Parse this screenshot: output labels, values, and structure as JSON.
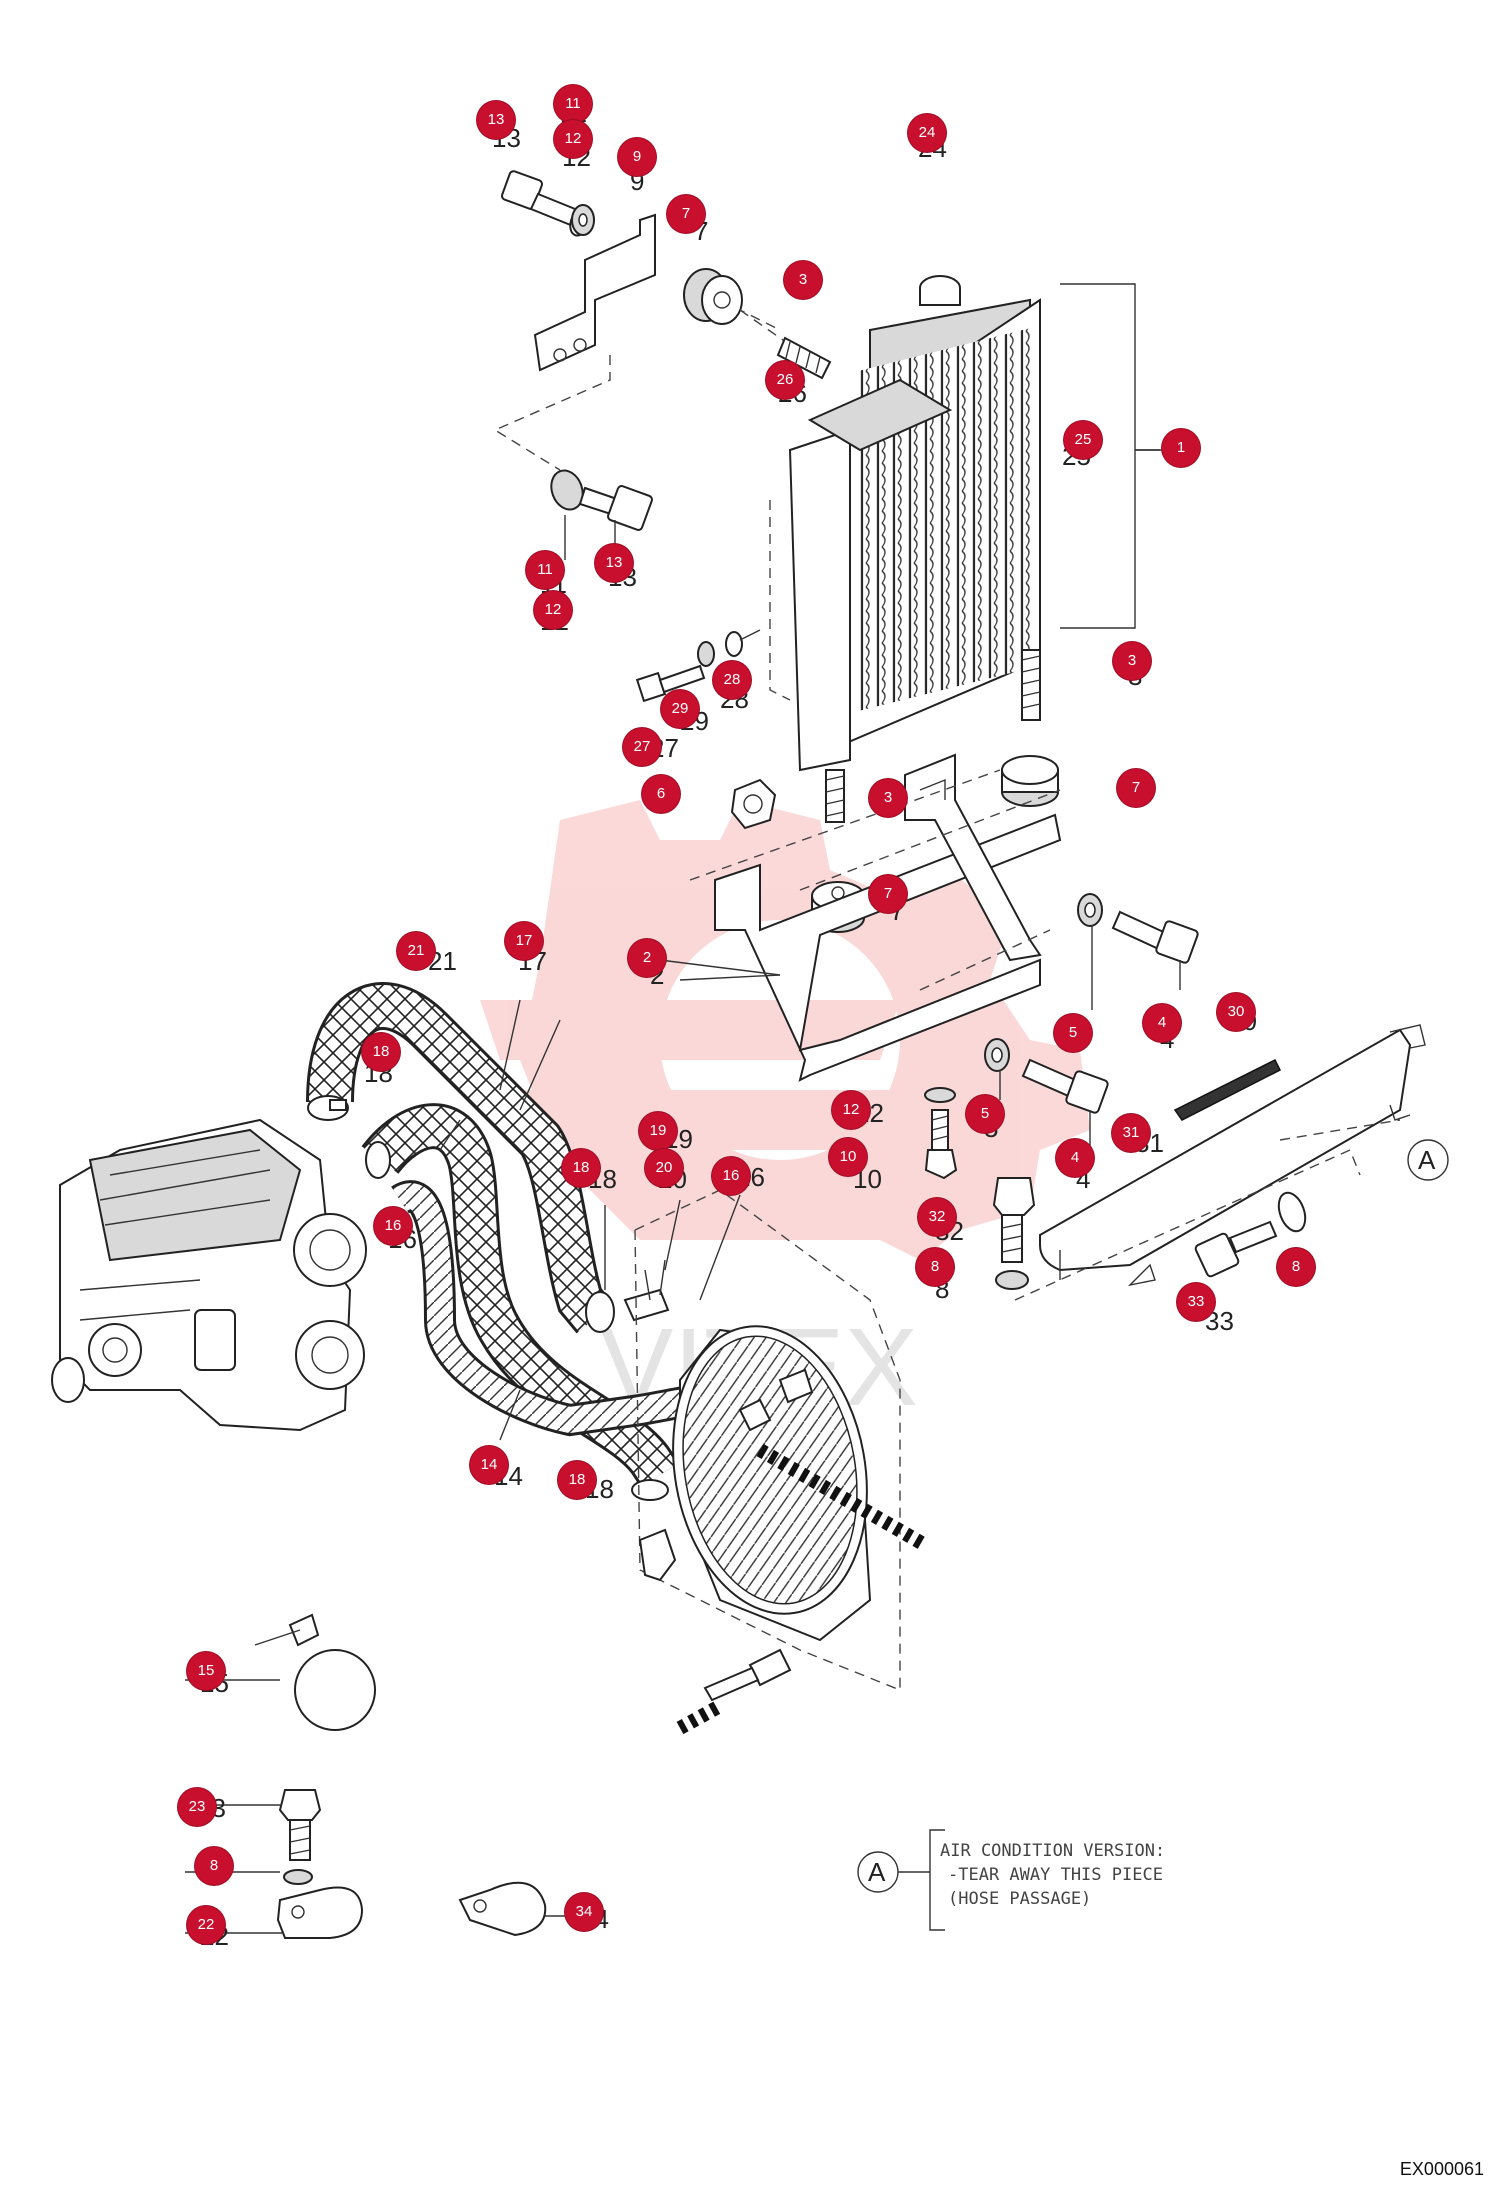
{
  "diagram_code": "EX000061",
  "watermark": "VITEX",
  "note": {
    "marker": "A",
    "lines": [
      "AIR CONDITION VERSION:",
      "-TEAR AWAY THIS PIECE",
      "(HOSE PASSAGE)"
    ]
  },
  "ref_marker": "A",
  "numbers": [
    {
      "id": "n13a",
      "text": "13"
    },
    {
      "id": "n11a",
      "text": "11"
    },
    {
      "id": "n12a",
      "text": "12"
    },
    {
      "id": "n9",
      "text": "9"
    },
    {
      "id": "n7a",
      "text": "7"
    },
    {
      "id": "n24",
      "text": "24"
    },
    {
      "id": "n3a",
      "text": "3"
    },
    {
      "id": "n26",
      "text": "26"
    },
    {
      "id": "n25",
      "text": "25"
    },
    {
      "id": "n11b",
      "text": "11"
    },
    {
      "id": "n13b",
      "text": "13"
    },
    {
      "id": "n12b",
      "text": "12"
    },
    {
      "id": "n28",
      "text": "28"
    },
    {
      "id": "n29",
      "text": "29"
    },
    {
      "id": "n27",
      "text": "27"
    },
    {
      "id": "n3b",
      "text": "3"
    },
    {
      "id": "n3c",
      "text": "3"
    },
    {
      "id": "n7b",
      "text": "7"
    },
    {
      "id": "n7c",
      "text": "7"
    },
    {
      "id": "n21",
      "text": "21"
    },
    {
      "id": "n17",
      "text": "17"
    },
    {
      "id": "n2",
      "text": "2"
    },
    {
      "id": "n5a",
      "text": "5"
    },
    {
      "id": "n4a",
      "text": "4"
    },
    {
      "id": "n30",
      "text": "30"
    },
    {
      "id": "n18a",
      "text": "18"
    },
    {
      "id": "n12c",
      "text": "12"
    },
    {
      "id": "n5b",
      "text": "5"
    },
    {
      "id": "n19",
      "text": "19"
    },
    {
      "id": "n10",
      "text": "10"
    },
    {
      "id": "n4b",
      "text": "4"
    },
    {
      "id": "n31",
      "text": "31"
    },
    {
      "id": "n18b",
      "text": "18"
    },
    {
      "id": "n20",
      "text": "20"
    },
    {
      "id": "n16a",
      "text": "16"
    },
    {
      "id": "n16b",
      "text": "16"
    },
    {
      "id": "n32",
      "text": "32"
    },
    {
      "id": "n8a",
      "text": "8"
    },
    {
      "id": "n33",
      "text": "33"
    },
    {
      "id": "n8b",
      "text": "8"
    },
    {
      "id": "n14",
      "text": "14"
    },
    {
      "id": "n18c",
      "text": "18"
    },
    {
      "id": "n15",
      "text": "15"
    },
    {
      "id": "n23",
      "text": "23"
    },
    {
      "id": "n8c",
      "text": "8"
    },
    {
      "id": "n22",
      "text": "22"
    },
    {
      "id": "n34",
      "text": "34"
    },
    {
      "id": "n6",
      "text": "6"
    },
    {
      "id": "n1",
      "text": "1"
    }
  ]
}
